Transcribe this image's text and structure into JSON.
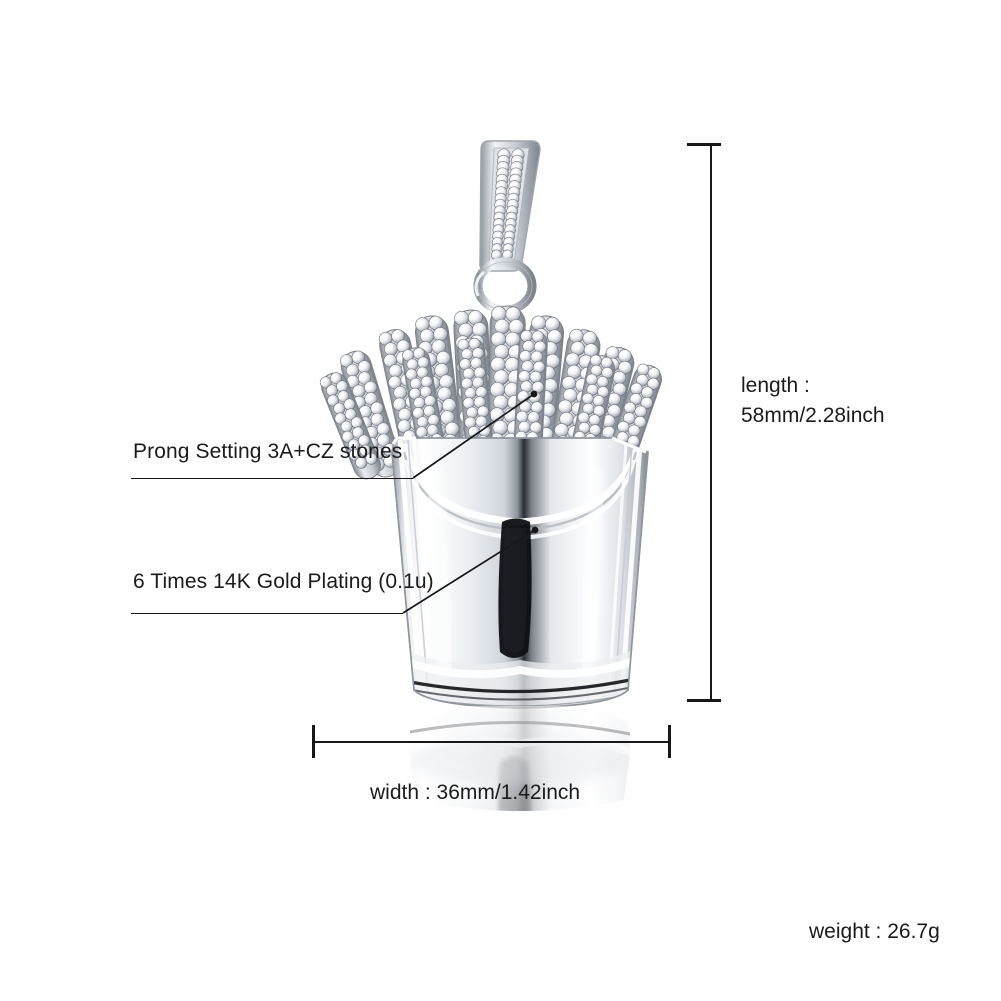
{
  "product": {
    "name": "french-fries-pendant",
    "material_finish": "polished silver / white gold tone",
    "stone_color": "#ffffff"
  },
  "annotations": [
    {
      "id": "prong-setting",
      "label": "Prong Setting 3A+CZ stones",
      "leader_from": [
        413,
        478
      ],
      "leader_to": [
        534,
        394
      ]
    },
    {
      "id": "gold-plating",
      "label": "6 Times 14K Gold Plating (0.1u)",
      "leader_from": [
        403,
        613
      ],
      "leader_to": [
        535,
        530
      ]
    }
  ],
  "dimensions": {
    "length": {
      "label_line1": "length :",
      "label_line2": "58mm/2.28inch",
      "value_mm": 58,
      "value_inch": 2.28
    },
    "width": {
      "label": "width : 36mm/1.42inch",
      "value_mm": 36,
      "value_inch": 1.42
    },
    "weight": {
      "label": "weight : 26.7g",
      "value_g": 26.7
    }
  },
  "colors": {
    "background": "#ffffff",
    "line": "#17171a",
    "text": "#1b1b1b",
    "metal_light": "#fdfdfd",
    "metal_mid": "#c9ccd1",
    "metal_dark": "#6e727a",
    "metal_shadow": "#111317"
  }
}
